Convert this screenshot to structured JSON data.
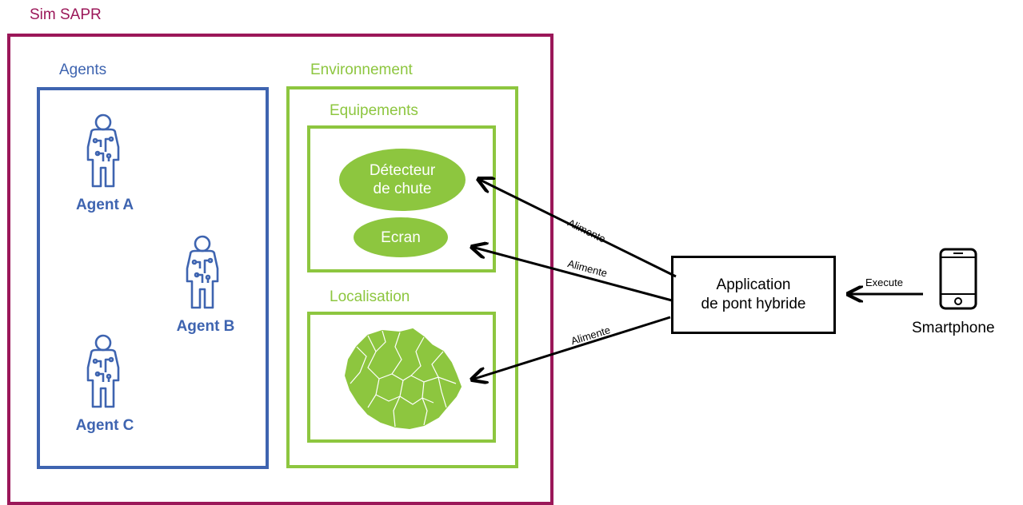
{
  "sim": {
    "title": "Sim SAPR"
  },
  "agents": {
    "title": "Agents",
    "items": [
      {
        "label": "Agent A"
      },
      {
        "label": "Agent B"
      },
      {
        "label": "Agent C"
      }
    ]
  },
  "environment": {
    "title": "Environnement",
    "equipements": {
      "title": "Equipements",
      "detector": "Détecteur\nde chute",
      "screen": "Ecran"
    },
    "localisation": {
      "title": "Localisation"
    }
  },
  "bridge_app": {
    "label": "Application\nde pont hybride"
  },
  "smartphone": {
    "label": "Smartphone"
  },
  "edges": {
    "feeds": "Alimente",
    "executes": "Execute"
  },
  "colors": {
    "sim": "#9b1759",
    "agents": "#3e64b0",
    "environment": "#8dc63f"
  }
}
